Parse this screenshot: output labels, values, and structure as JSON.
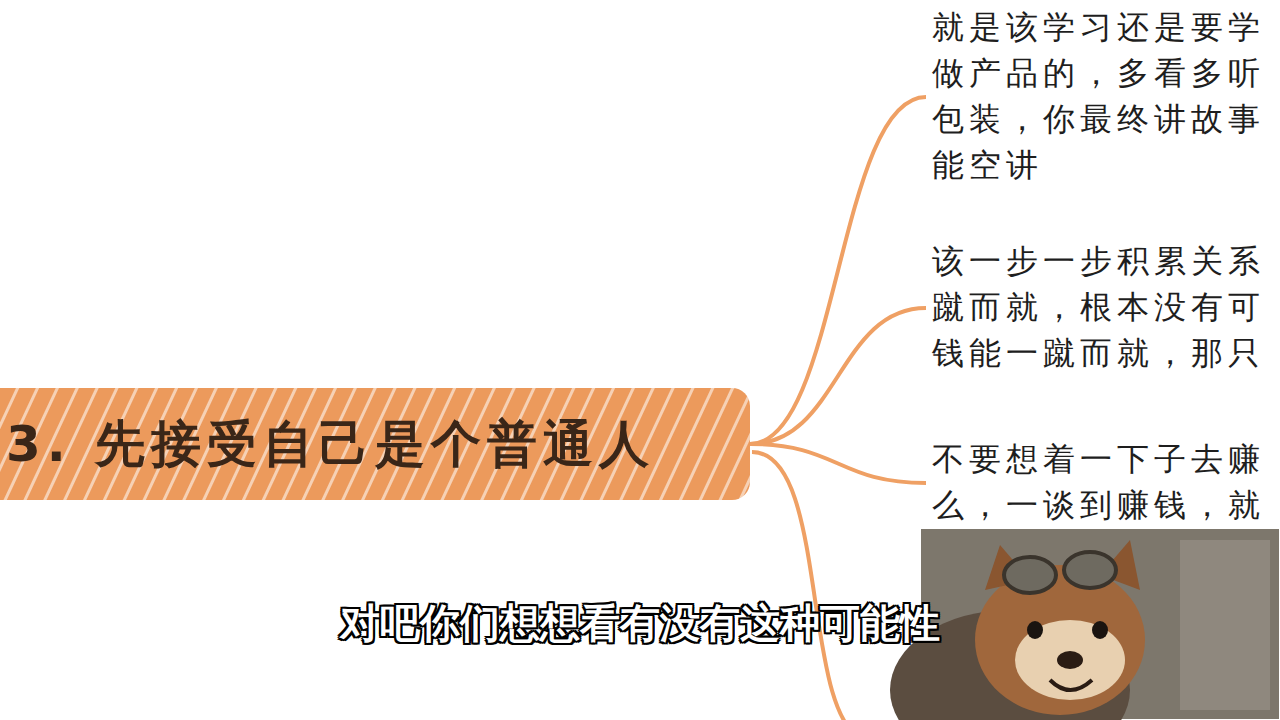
{
  "diagram": {
    "nodes": [
      {
        "text": [
          "3. 先接受自己是个普通人"
        ]
      },
      {
        "text": [
          "就是该学习还是要学 做产品的，多看多听 包装，你最终讲故事 能空讲"
        ]
      },
      {
        "text": [
          "该一步一步积累关系 蹴而就，根本没有可 钱能一蹴而就，那只"
        ]
      },
      {
        "text": [
          "不要想着一下子去赚 么，一谈到赚钱，就"
        ]
      }
    ],
    "edges": [
      {
        "from": 0,
        "to": 1,
        "arrow": "none"
      },
      {
        "from": 0,
        "to": 2,
        "arrow": "none"
      },
      {
        "from": 0,
        "to": 3,
        "arrow": "none"
      }
    ],
    "labels": [
      "对吧你们想想看有没有这种可能性"
    ]
  }
}
